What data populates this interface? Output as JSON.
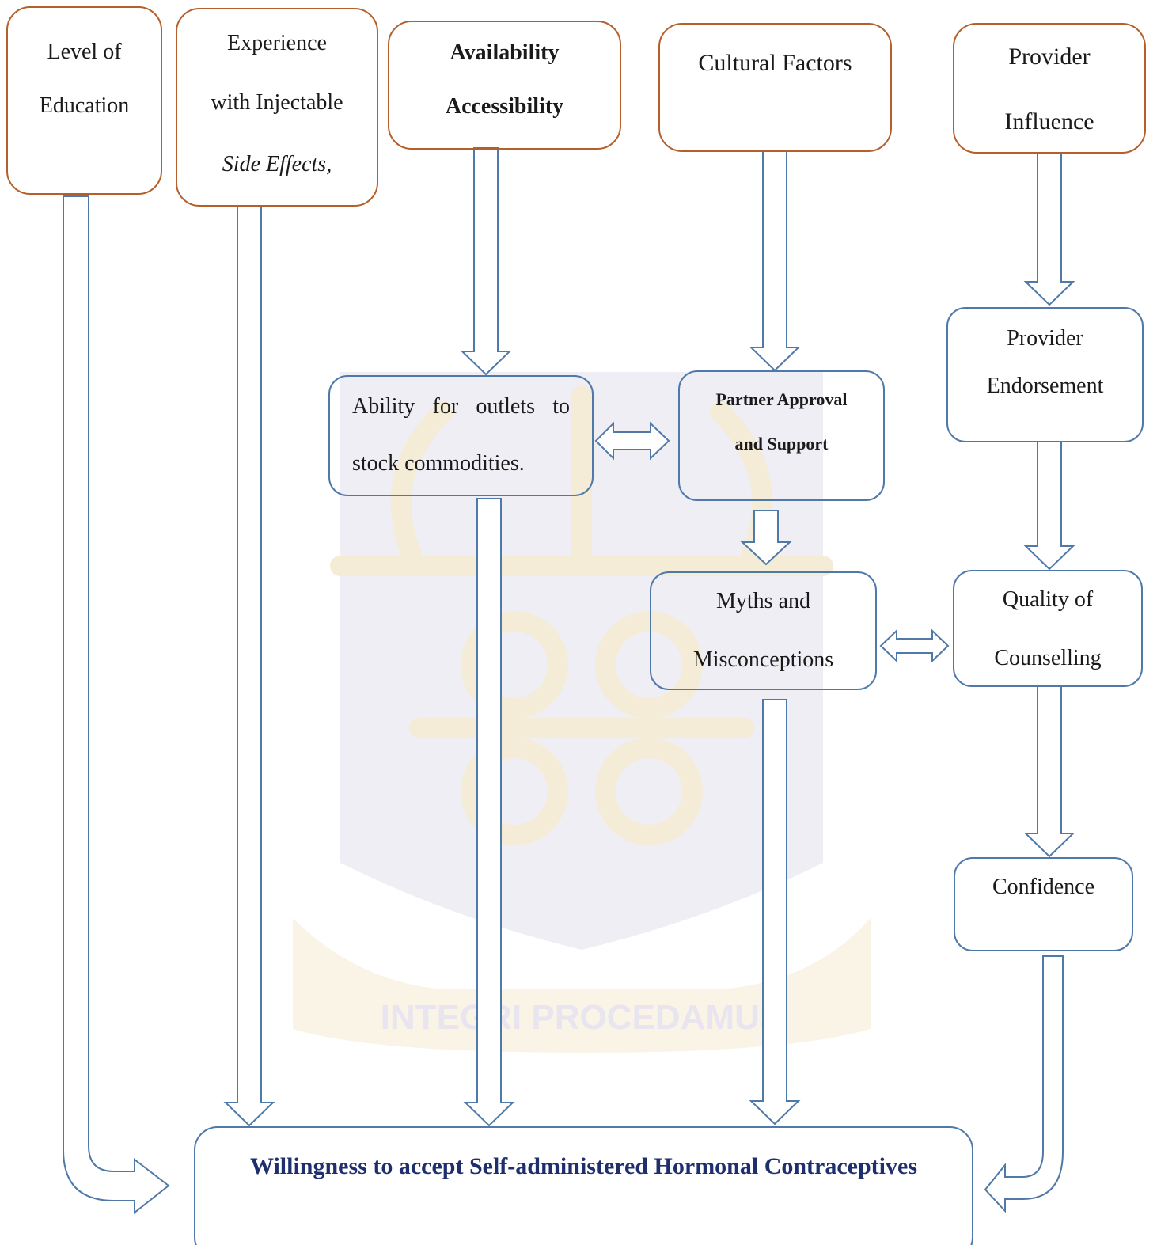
{
  "factors": {
    "education": {
      "line1": "Level of",
      "line2": "Education"
    },
    "experience": {
      "line1": "Experience",
      "line2": "with Injectable",
      "line3": "Side Effects,"
    },
    "availability": {
      "line1": "Availability",
      "line2": "Accessibility"
    },
    "cultural": {
      "line1": "Cultural Factors"
    },
    "provider_influence": {
      "line1": "Provider",
      "line2": "Influence"
    }
  },
  "mediators": {
    "outlets": {
      "w1": "Ability",
      "w2": "for",
      "w3": "outlets",
      "w4": "to",
      "line2": "stock commodities."
    },
    "partner": {
      "line1": "Partner Approval",
      "line2": "and Support"
    },
    "provider_endorsement": {
      "line1": "Provider",
      "line2": "Endorsement"
    },
    "myths": {
      "line1": "Myths and",
      "line2": "Misconceptions"
    },
    "counselling": {
      "line1": "Quality of",
      "line2": "Counselling"
    },
    "confidence": {
      "line1": "Confidence"
    }
  },
  "outcome": {
    "title": "Willingness to accept Self-administered Hormonal Contraceptives"
  },
  "watermark": {
    "motto": "INTEGRI PROCEDAMUS"
  },
  "colors": {
    "factor_border": "#b5602a",
    "mediator_border": "#4f79a8",
    "arrow_stroke": "#4f79a8",
    "outcome_text": "#1f2f6e"
  }
}
